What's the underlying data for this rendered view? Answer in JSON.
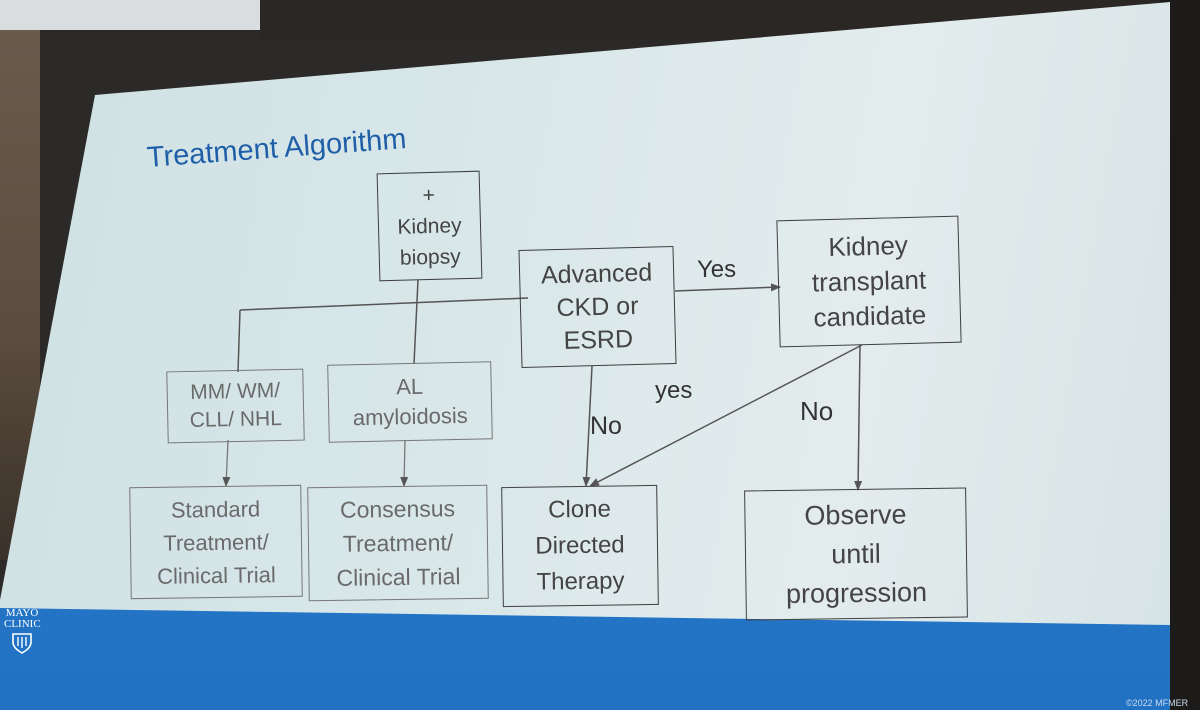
{
  "slide": {
    "title": "Treatment Algorithm",
    "logo_text": "MAYO\nCLINIC",
    "copyright": "©2022 MFMER"
  },
  "nodes": {
    "kidney_biopsy": "+\nKidney\nbiopsy",
    "advanced_ckd": "Advanced\nCKD or\nESRD",
    "transplant_candidate": "Kidney\ntransplant\ncandidate",
    "mm_wm_cll_nhl": "MM/ WM/\nCLL/ NHL",
    "al_amyloidosis": "AL\namyloidosis",
    "standard_treatment": "Standard\nTreatment/\nClinical Trial",
    "consensus_treatment": "Consensus\nTreatment/\nClinical Trial",
    "clone_directed": "Clone\nDirected\nTherapy",
    "observe": "Observe\nuntil\nprogression"
  },
  "edge_labels": {
    "yes_to_transplant": "Yes",
    "yes_to_clone": "yes",
    "no_to_clone": "No",
    "no_to_observe": "No"
  }
}
